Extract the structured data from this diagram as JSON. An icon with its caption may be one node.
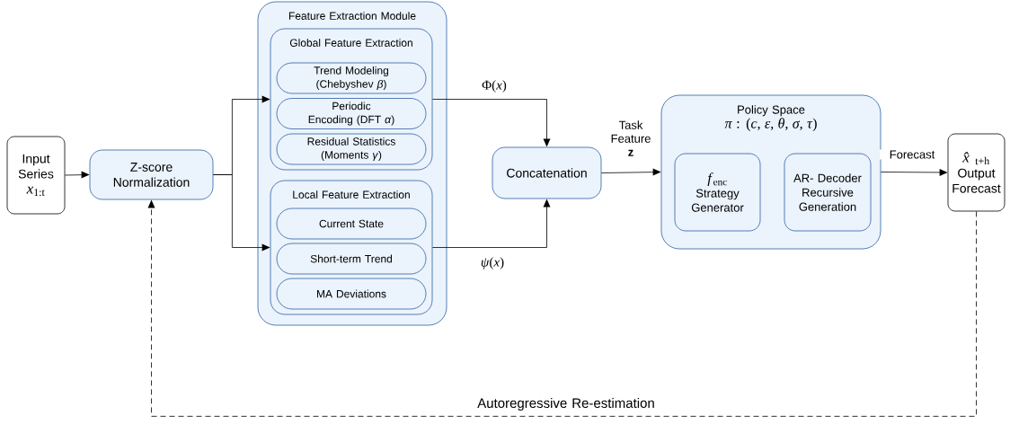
{
  "diagram": {
    "nodes": [
      {
        "text": [
          "Input Series",
          "*x*$_{1:t}$"
        ]
      },
      {
        "text": [
          "Z-score Normalization"
        ]
      },
      {
        "text": [
          "Feature Extraction Module"
        ]
      },
      {
        "text": [
          "Global Feature Extraction"
        ],
        "in": 2
      },
      {
        "text": [
          "Trend Modeling (Chebyshev *β*)"
        ],
        "in": 3
      },
      {
        "text": [
          "Periodic Encoding (DFT *α*)"
        ],
        "in": 3
      },
      {
        "text": [
          "Residual Statistics (Moments *γ*)"
        ],
        "in": 3
      },
      {
        "text": [
          "Local Feature Extraction"
        ],
        "in": 2
      },
      {
        "text": [
          "Current State"
        ],
        "in": 7
      },
      {
        "text": [
          "Short-term Trend"
        ],
        "in": 7
      },
      {
        "text": [
          "MA Deviations"
        ],
        "in": 7
      },
      {
        "text": [
          "Concatenation"
        ]
      },
      {
        "text": [
          "Policy Space",
          "*π* : (*c*, *ε*, *θ*, *σ*, *τ*)"
        ]
      },
      {
        "text": [
          "*f*$_{enc}$",
          "Strategy Generator"
        ],
        "in": 12
      },
      {
        "text": [
          "AR- Decoder Recursive Generation"
        ],
        "in": 12
      },
      {
        "text": [
          "*x̂*$_{t+h}$",
          "Output Forecast"
        ]
      }
    ],
    "edges": [
      {
        "from": 0,
        "to": 1,
        "arrow": "to"
      },
      {
        "from": 1,
        "to": 3,
        "arrow": "to"
      },
      {
        "from": 1,
        "to": 7,
        "arrow": "to"
      },
      {
        "from": 3,
        "to": 11,
        "arrow": "to",
        "label": "Φ(*x*)"
      },
      {
        "from": 7,
        "to": 11,
        "arrow": "to",
        "label": "*ψ*(*x*)"
      },
      {
        "from": 11,
        "to": 12,
        "arrow": "to",
        "label": "Task Feature **z**"
      },
      {
        "from": 12,
        "to": 15,
        "arrow": "to",
        "label": "Forecast"
      },
      {
        "from": 15,
        "to": 1,
        "arrow": "to",
        "style": "dashed",
        "label": "Autoregressive Re-estimation"
      }
    ]
  }
}
